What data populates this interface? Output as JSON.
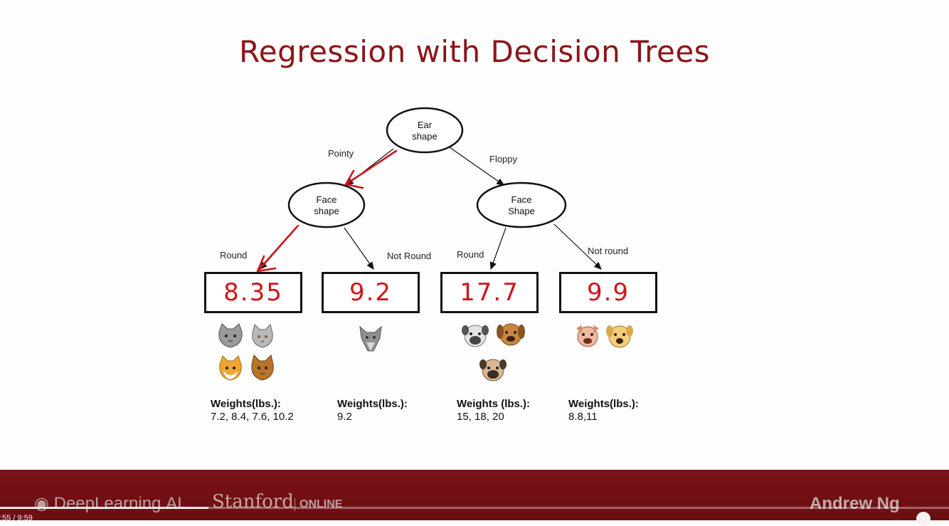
{
  "slide": {
    "title": "Regression with Decision Trees",
    "root": {
      "line1": "Ear",
      "line2": "shape"
    },
    "left_node": {
      "line1": "Face",
      "line2": "shape"
    },
    "right_node": {
      "line1": "Face",
      "line2": "Shape"
    },
    "edges": {
      "pointy": "Pointy",
      "floppy": "Floppy",
      "round_left": "Round",
      "not_round_left": "Not Round",
      "round_right": "Round",
      "not_round_right": "Not round"
    },
    "leaves": [
      {
        "value": "8.35",
        "weights_title": "Weights(lbs.):",
        "weights": "7.2, 8.4, 7.6, 10.2"
      },
      {
        "value": "9.2",
        "weights_title": "Weights(lbs.):",
        "weights": "9.2"
      },
      {
        "value": "17.7",
        "weights_title": "Weights (lbs.):",
        "weights": "15,  18, 20"
      },
      {
        "value": "9.9",
        "weights_title": "Weights(lbs.):",
        "weights": "8.8,11"
      }
    ],
    "annotation_color": "#d0141b",
    "title_color": "#8b1518"
  },
  "footer": {
    "brand": "DeepLearning.AI",
    "university": "Stanford",
    "university_sub": "ONLINE",
    "presenter": "Andrew Ng"
  },
  "player": {
    "time": ":55 / 9:59",
    "progress": 0.22
  }
}
